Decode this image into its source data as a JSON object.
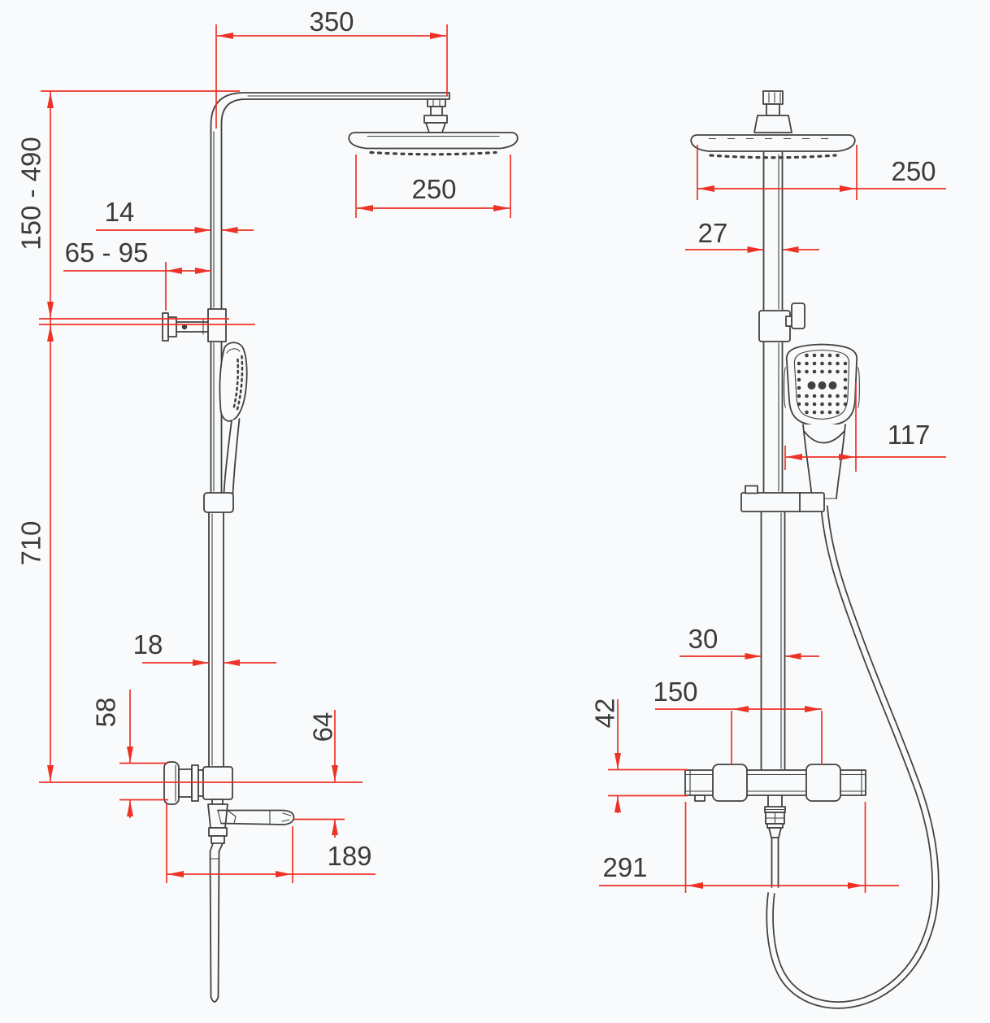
{
  "drawing": {
    "kind": "technical-dimension-drawing",
    "subject": "shower-column-system"
  },
  "colors": {
    "bg": "#f8fafb",
    "line": "#414141",
    "dim": "#ee3226",
    "text": "#3b3b3b"
  },
  "dims": {
    "arm_length": "350",
    "height_adjust_range": "150 - 490",
    "upper_pipe_depth": "14",
    "wall_clearance_range": "65 - 95",
    "head_diameter_side": "250",
    "column_height": "710",
    "lower_pipe_depth": "18",
    "valve_knob_height": "58",
    "spout_drop": "64",
    "spout_reach": "189",
    "head_diameter_front": "250",
    "upper_pipe_width": "27",
    "handshower_width": "117",
    "lower_pipe_width": "30",
    "valve_mount_centers": "150",
    "valve_body_height": "42",
    "valve_body_width": "291"
  }
}
